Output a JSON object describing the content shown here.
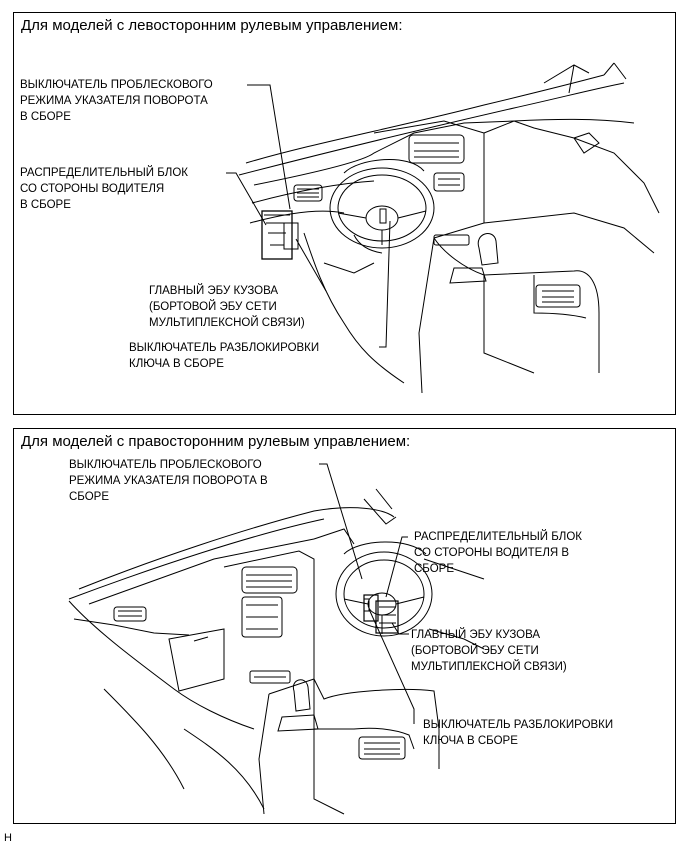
{
  "panels": [
    {
      "title": "Для моделей с левосторонним рулевым управлением:",
      "labels": {
        "hazard_switch": "ВЫКЛЮЧАТЕЛЬ ПРОБЛЕСКОВОГО\nРЕЖИМА УКАЗАТЕЛЯ ПОВОРОТА\nВ СБОРЕ",
        "junction_block": "РАСПРЕДЕЛИТЕЛЬНЫЙ БЛОК\nСО СТОРОНЫ ВОДИТЕЛЯ\nВ СБОРЕ",
        "body_ecu": "ГЛАВНЫЙ ЭБУ КУЗОВА\n(БОРТОВОЙ ЭБУ СЕТИ\nМУЛЬТИПЛЕКСНОЙ СВЯЗИ)",
        "key_unlock_switch": "ВЫКЛЮЧАТЕЛЬ РАЗБЛОКИРОВКИ\nКЛЮЧА В СБОРЕ"
      }
    },
    {
      "title": "Для моделей с правосторонним рулевым управлением:",
      "labels": {
        "hazard_switch": "ВЫКЛЮЧАТЕЛЬ ПРОБЛЕСКОВОГО\nРЕЖИМА УКАЗАТЕЛЯ ПОВОРОТА В\nСБОРЕ",
        "junction_block": "РАСПРЕДЕЛИТЕЛЬНЫЙ БЛОК\nСО СТОРОНЫ ВОДИТЕЛЯ В\nСБОРЕ",
        "body_ecu": "ГЛАВНЫЙ ЭБУ КУЗОВА\n(БОРТОВОЙ ЭБУ СЕТИ\nМУЛЬТИПЛЕКСНОЙ СВЯЗИ)",
        "key_unlock_switch": "ВЫКЛЮЧАТЕЛЬ РАЗБЛОКИРОВКИ\nКЛЮЧА В СБОРЕ"
      }
    }
  ],
  "corner_mark": "H"
}
